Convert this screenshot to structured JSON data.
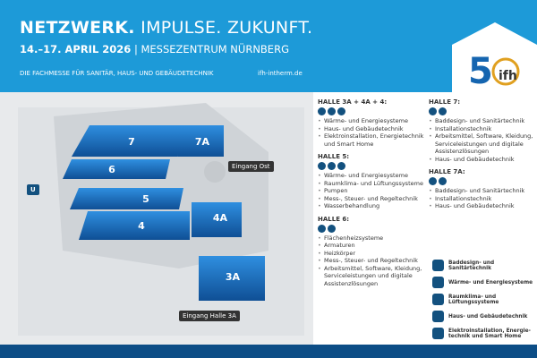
{
  "header": {
    "slogan_bold": "NETZWERK.",
    "slogan_rest": " IMPULSE. ZUKUNFT.",
    "date_bold": "14.–17. APRIL 2026",
    "date_rest": " | MESSEZENTRUM NÜRNBERG",
    "tagline": "DIE FACHMESSE FÜR SANITÄR, HAUS- UND GEBÄUDETECHNIK",
    "url": "ifh-intherm.de",
    "logo_text": "5 ifh"
  },
  "colors": {
    "header": "#1d9ad8",
    "hall": "#1565b0",
    "footer": "#0c4d86",
    "icon": "#13517f"
  },
  "map": {
    "halls": [
      "7",
      "7A",
      "6",
      "5",
      "4",
      "4A",
      "3A"
    ],
    "entrance_east": "Eingang Ost",
    "entrance_3a": "Eingang Halle 3A",
    "ubahn": "U"
  },
  "info": {
    "h344": {
      "title": "HALLE 3A + 4A + 4:",
      "items": [
        "Wärme- und Energiesysteme",
        "Haus- und Gebäudetechnik",
        "Elektroinstallation, Energietechnik und Smart Home"
      ]
    },
    "h5": {
      "title": "HALLE 5:",
      "items": [
        "Wärme- und Energiesysteme",
        "Raumklima- und Lüftungssysteme",
        "Pumpen",
        "Mess-, Steuer- und Regeltechnik",
        "Wasserbehandlung"
      ]
    },
    "h6": {
      "title": "HALLE 6:",
      "items": [
        "Flächenheizsysteme",
        "Armaturen",
        "Heizkörper",
        "Mess-, Steuer- und Regeltechnik",
        "Arbeitsmittel, Software, Kleidung, Serviceleistungen und digitale Assistenzlösungen"
      ]
    },
    "h7": {
      "title": "HALLE 7:",
      "items": [
        "Baddesign- und Sanitärtechnik",
        "Installationstechnik",
        "Arbeitsmittel, Software, Kleidung, Serviceleistungen und digitale Assistenzlösungen",
        "Haus- und Gebäudetechnik"
      ]
    },
    "h7a": {
      "title": "HALLE 7A:",
      "items": [
        "Baddesign- und Sanitärtechnik",
        "Installationstechnik",
        "Haus- und Gebäudetechnik"
      ]
    }
  },
  "legend": [
    {
      "icon": "bath-icon",
      "label": "Baddesign- und Sanitärtechnik"
    },
    {
      "icon": "heat-icon",
      "label": "Wärme- und Energiesysteme"
    },
    {
      "icon": "fan-icon",
      "label": "Raumklima- und Lüftungssysteme"
    },
    {
      "icon": "house-icon",
      "label": "Haus- und Gebäudetechnik"
    },
    {
      "icon": "electric-icon",
      "label": "Elektroinstallation, Energie-technik und Smart Home"
    }
  ]
}
